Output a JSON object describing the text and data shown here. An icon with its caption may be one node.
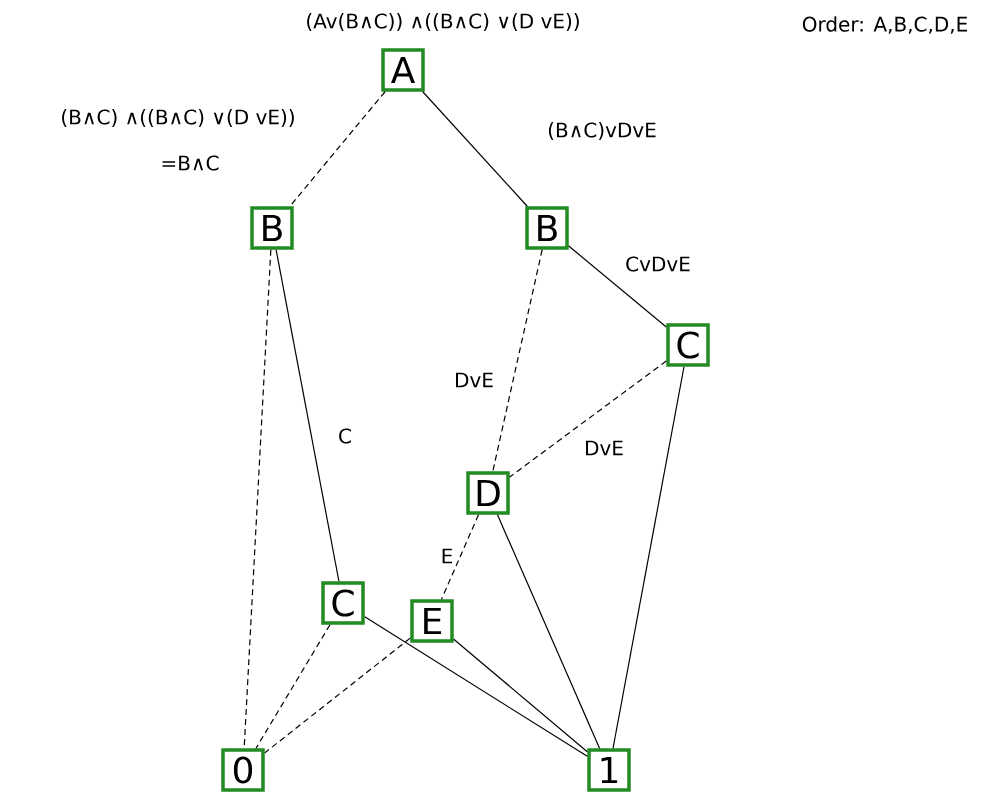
{
  "diagram": {
    "nodes": [
      {
        "text": [
          "A"
        ],
        "beside": [
          "(Av(B∧C)) ∧((B∧C) ∨(D vE))"
        ]
      },
      {
        "text": [
          "B"
        ]
      },
      {
        "text": [
          "B"
        ]
      },
      {
        "text": [
          "C"
        ]
      },
      {
        "text": [
          "D"
        ]
      },
      {
        "text": [
          "C"
        ]
      },
      {
        "text": [
          "E"
        ]
      },
      {
        "text": [
          "0"
        ]
      },
      {
        "text": [
          "1"
        ]
      }
    ],
    "edges": [
      {
        "from": 0,
        "to": 1,
        "arrow": "none",
        "style": "dashed",
        "label": "(B∧C) ∧((B∧C) ∨(D vE))"
      },
      {
        "from": 0,
        "to": 2,
        "arrow": "none",
        "label": "(B∧C)vDvE"
      },
      {
        "from": 1,
        "to": 7,
        "arrow": "none",
        "style": "dashed"
      },
      {
        "from": 1,
        "to": 5,
        "arrow": "none",
        "label": "C"
      },
      {
        "from": 2,
        "to": 4,
        "arrow": "none",
        "style": "dashed",
        "label": "DvE"
      },
      {
        "from": 2,
        "to": 3,
        "arrow": "none",
        "label": "CvDvE"
      },
      {
        "from": 3,
        "to": 4,
        "arrow": "none",
        "style": "dashed",
        "label": "DvE"
      },
      {
        "from": 3,
        "to": 8,
        "arrow": "none"
      },
      {
        "from": 4,
        "to": 6,
        "arrow": "none",
        "style": "dashed",
        "label": "E"
      },
      {
        "from": 4,
        "to": 8,
        "arrow": "none"
      },
      {
        "from": 5,
        "to": 7,
        "arrow": "none",
        "style": "dashed"
      },
      {
        "from": 5,
        "to": 8,
        "arrow": "none"
      },
      {
        "from": 6,
        "to": 7,
        "arrow": "none",
        "style": "dashed"
      },
      {
        "from": 6,
        "to": 8,
        "arrow": "none"
      }
    ],
    "labels": [
      "=B∧C",
      "Order: A,B,C,D,E"
    ]
  }
}
